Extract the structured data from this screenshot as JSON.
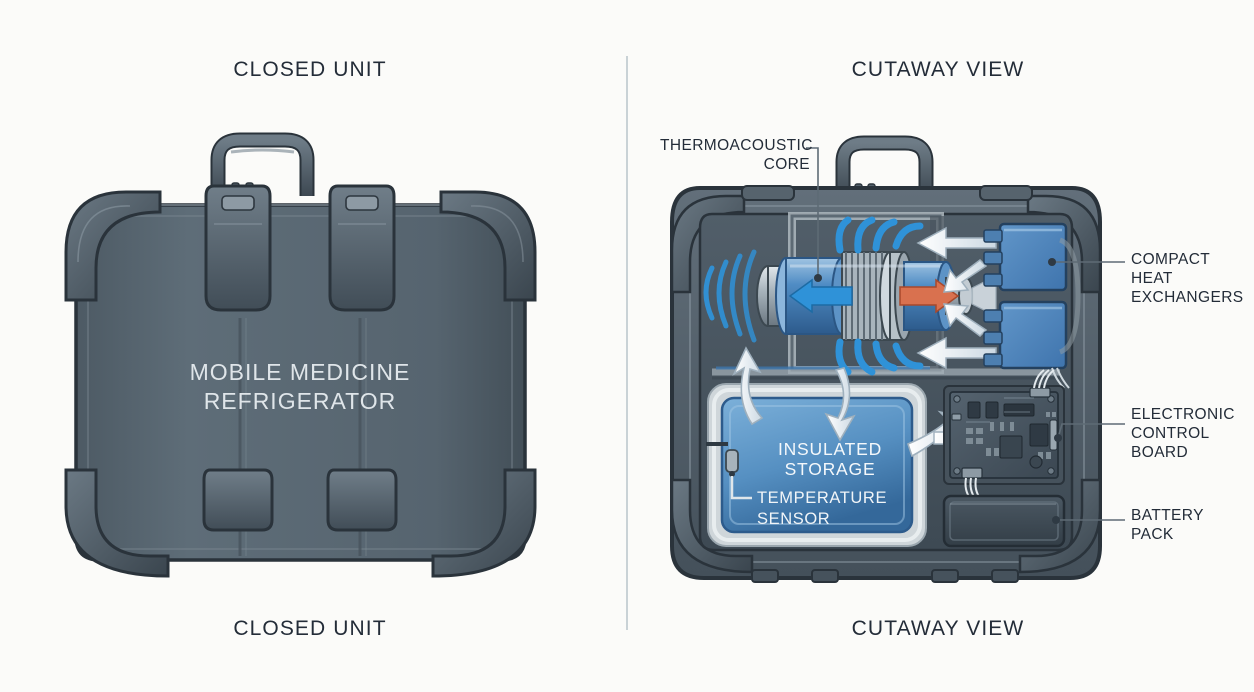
{
  "figure": {
    "background_color": "#fbfbf9",
    "divider_color": "#c9d2d6",
    "text_color": "#232c38"
  },
  "panels": [
    {
      "id": "closed-unit",
      "title_top": "CLOSED UNIT",
      "title_bottom": "CLOSED UNIT",
      "case_label_line1": "MOBILE MEDICINE",
      "case_label_line2": "REFRIGERATOR"
    },
    {
      "id": "cutaway-view",
      "title_top": "CUTAWAY VIEW",
      "title_bottom": "CUTAWAY VIEW"
    }
  ],
  "callouts": [
    {
      "id": "thermoacoustic-core",
      "line1": "THERMOACOUSTIC",
      "line2": "CORE"
    },
    {
      "id": "compact-heat-exchangers",
      "line1": "COMPACT",
      "line2": "HEAT",
      "line3": "EXCHANGERS"
    },
    {
      "id": "electronic-control-board",
      "line1": "ELECTRONIC",
      "line2": "CONTROL",
      "line3": "BOARD"
    },
    {
      "id": "battery-pack",
      "line1": "BATTERY",
      "line2": "PACK"
    }
  ],
  "interior_labels": {
    "insulated_storage_line1": "INSULATED",
    "insulated_storage_line2": "STORAGE",
    "temperature_sensor_line1": "TEMPERATURE",
    "temperature_sensor_line2": "SENSOR"
  },
  "colors": {
    "case_shell": "#5a6a75",
    "case_shell_dark": "#3f4b55",
    "case_outline": "#2a333b",
    "interior_bay": "#4a5661",
    "heat_exchanger_blue": "#4f86bd",
    "storage_blue_light": "#6fa3cf",
    "storage_blue_dark": "#3a6d9e",
    "airflow_white": "#f2f5f7",
    "cold_arrow_blue": "#2f92d8",
    "hot_arrow_orange": "#d9714f",
    "board_green_gray": "#4c5a66",
    "insulation_gray": "#cfd6da",
    "metal_light": "#b9c3c9",
    "metal_mid": "#8c99a2"
  },
  "graphic_elements": {
    "closed_unit": [
      "carry-handle",
      "two-latches",
      "four-corner-bumpers",
      "shell-front-panel",
      "shell-lid-seam",
      "base-feet"
    ],
    "cutaway": [
      "case-shell-outline",
      "carry-handle",
      "latches",
      "thermoacoustic-core-cylinder",
      "acoustic-wave-arcs",
      "cold-flow-arrow",
      "hot-flow-arrow",
      "regenerator-fins",
      "blue-working-gas-arrows",
      "white-airflow-arrows",
      "heat-exchanger-upper",
      "heat-exchanger-lower",
      "insulated-storage-compartment",
      "insulation-border",
      "temperature-sensor-probe",
      "control-board-pcb",
      "pcb-chips",
      "pcb-connectors",
      "wiring-harness",
      "battery-pack-block"
    ]
  }
}
